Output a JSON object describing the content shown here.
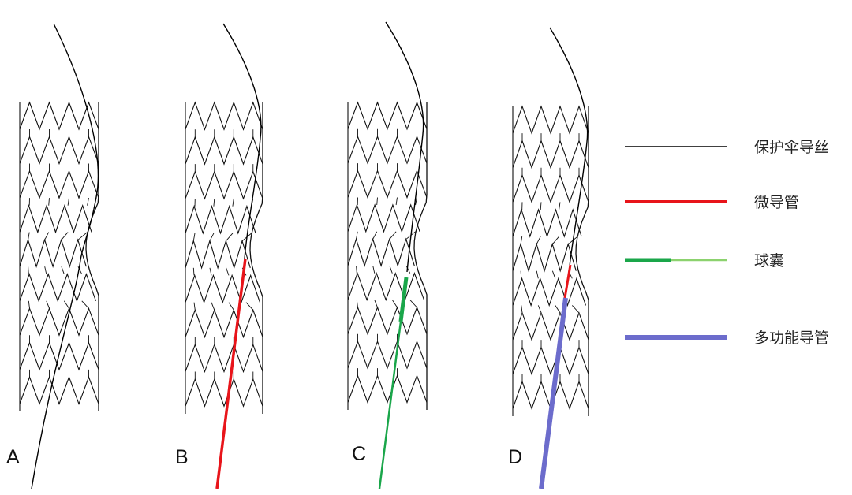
{
  "panels": [
    {
      "label": "A"
    },
    {
      "label": "B"
    },
    {
      "label": "C"
    },
    {
      "label": "D"
    }
  ],
  "legend": {
    "items": [
      {
        "label": "保护伞导丝",
        "color": "#000000"
      },
      {
        "label": "微导管",
        "color": "#e8141a"
      },
      {
        "label": "球囊",
        "color": "#1aa64a",
        "secondary_color": "#8cd26e"
      },
      {
        "label": "多功能导管",
        "color": "#6c6ccc"
      }
    ]
  }
}
